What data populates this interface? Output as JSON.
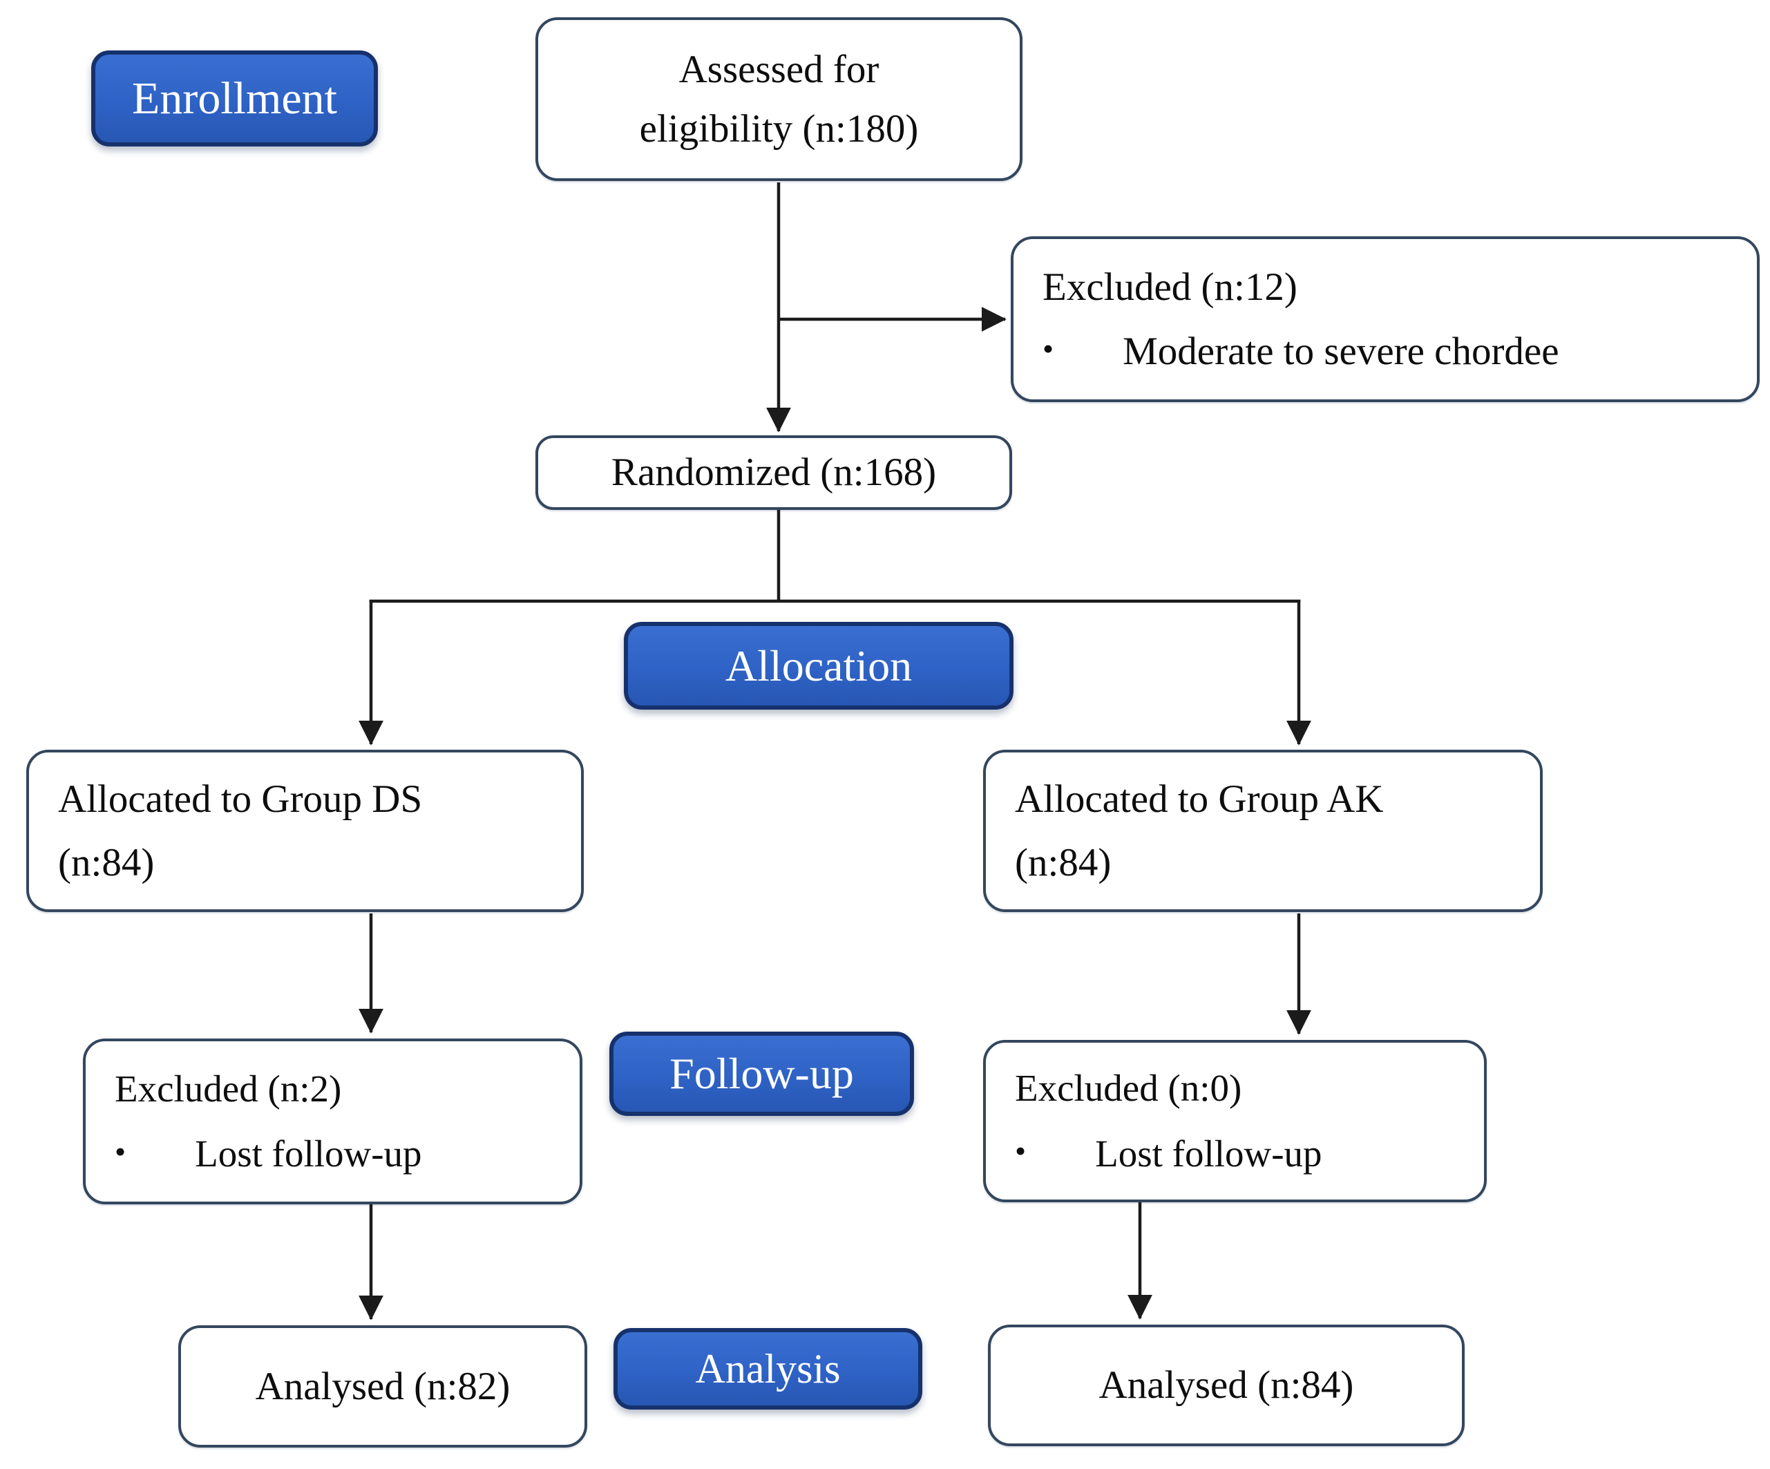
{
  "colors": {
    "accent_blue": "#2E62C5",
    "accent_blue_border": "#16316C",
    "box_border": "#33475E",
    "line": "#1B1B1B",
    "text": "#0D0D0D",
    "label_text": "#FFFFFF"
  },
  "icons": {
    "bullet": "•"
  },
  "stage_labels": {
    "enrollment": "Enrollment",
    "allocation": "Allocation",
    "followup": "Follow-up",
    "analysis": "Analysis"
  },
  "boxes": {
    "assessed": {
      "line1": "Assessed for",
      "line2": "eligibility (n:180)"
    },
    "excluded_enrollment": {
      "title": "Excluded (n:12)",
      "reason": "Moderate to severe chordee"
    },
    "randomized": {
      "text": "Randomized (n:168)"
    },
    "allocated_ds": {
      "line1": "Allocated to Group DS",
      "line2": "(n:84)"
    },
    "allocated_ak": {
      "line1": "Allocated to Group AK",
      "line2": "(n:84)"
    },
    "excluded_ds": {
      "title": "Excluded (n:2)",
      "reason": "Lost follow-up"
    },
    "excluded_ak": {
      "title": "Excluded (n:0)",
      "reason": "Lost follow-up"
    },
    "analysed_ds": {
      "text": "Analysed (n:82)"
    },
    "analysed_ak": {
      "text": "Analysed (n:84)"
    }
  }
}
